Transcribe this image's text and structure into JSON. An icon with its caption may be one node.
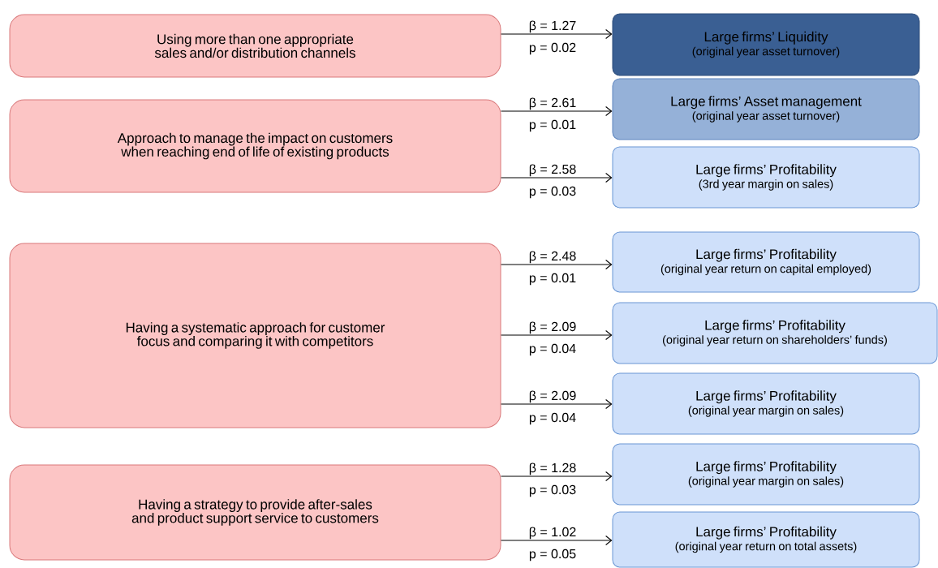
{
  "diagram": {
    "nodes": [
      {
        "text": [
          "Using more than one appropriate sales and/or distribution channels"
        ]
      },
      {
        "text": [
          "Approach to manage the impact on customers when reaching end of life of existing products"
        ]
      },
      {
        "text": [
          "Having a systematic approach for customer focus and comparing it with competitors"
        ]
      },
      {
        "text": [
          "Having a strategy to provide after-sales and product support service to customers"
        ]
      },
      {
        "text": [
          "Large firms’ Liquidity",
          "(original year asset turnover)"
        ]
      },
      {
        "text": [
          "Large firms’ Asset management",
          "(original year asset turnover)"
        ]
      },
      {
        "text": [
          "Large firms’ Profitability",
          "(3rd year margin on sales)"
        ]
      },
      {
        "text": [
          "Large firms’ Profitability",
          "(original year return on capital employed)"
        ]
      },
      {
        "text": [
          "Large firms’ Profitability",
          "(original year return on shareholders’ funds)"
        ]
      },
      {
        "text": [
          "Large firms’ Profitability",
          "(original year margin on sales)"
        ]
      },
      {
        "text": [
          "Large firms’ Profitability",
          "(original year margin on sales)"
        ]
      },
      {
        "text": [
          "Large firms’ Profitability",
          "(original year return on total assets)"
        ]
      }
    ],
    "edges": [
      {
        "from": 0,
        "to": 4,
        "arrow": "to",
        "label": "β = 1.27"
      },
      {
        "from": 1,
        "to": 5,
        "arrow": "to",
        "label": "β = 2.61"
      },
      {
        "from": 1,
        "to": 6,
        "arrow": "to",
        "label": "β = 2.58"
      },
      {
        "from": 2,
        "to": 7,
        "arrow": "to",
        "label": "β = 2.48"
      },
      {
        "from": 2,
        "to": 8,
        "arrow": "to",
        "label": "β = 2.09"
      },
      {
        "from": 2,
        "to": 9,
        "arrow": "to",
        "label": "β = 2.09"
      },
      {
        "from": 3,
        "to": 10,
        "arrow": "to",
        "label": "β = 1.28"
      },
      {
        "from": 3,
        "to": 11,
        "arrow": "to",
        "label": "β = 1.02"
      }
    ],
    "labels": [
      "p = 0.02",
      "p = 0.01",
      "p = 0.03",
      "p = 0.01",
      "p = 0.04",
      "p = 0.04",
      "p = 0.03",
      "p = 0.05"
    ]
  }
}
